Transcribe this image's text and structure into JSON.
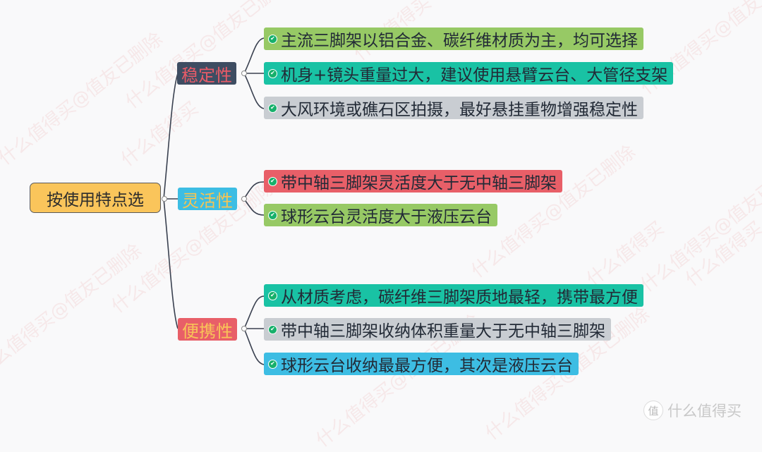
{
  "mindmap": {
    "root": {
      "label": "按使用特点选",
      "bg": "#fac55b"
    },
    "branches": [
      {
        "label": "稳定性",
        "bg": "#3e4d62",
        "fg": "#e85b68",
        "items": [
          {
            "label": "主流三脚架以铝合金、碳纤维材质为主，均可选择",
            "bg": "#97c965",
            "icon": "check-circle-icon"
          },
          {
            "label": "机身+镜头重量过大，建议使用悬臂云台、大管径支架",
            "bg": "#19c2a4",
            "icon": "check-circle-icon"
          },
          {
            "label": "大风环境或礁石区拍摄，最好悬挂重物增强稳定性",
            "bg": "#c9cdd2",
            "icon": "check-circle-icon"
          }
        ]
      },
      {
        "label": "灵活性",
        "bg": "#3dbde3",
        "fg": "#f6c453",
        "items": [
          {
            "label": "带中轴三脚架灵活度大于无中轴三脚架",
            "bg": "#e85f68",
            "icon": "check-circle-icon"
          },
          {
            "label": "球形云台灵活度大于液压云台",
            "bg": "#97c965",
            "icon": "check-circle-icon"
          }
        ]
      },
      {
        "label": "便携性",
        "bg": "#e85f68",
        "fg": "#f8c458",
        "items": [
          {
            "label": "从材质考虑，碳纤维三脚架质地最轻，携带最方便",
            "bg": "#19c2a4",
            "icon": "check-circle-icon"
          },
          {
            "label": "带中轴三脚架收纳体积重量大于无中轴三脚架",
            "bg": "#c9cdd2",
            "icon": "check-circle-icon"
          },
          {
            "label": "球形云台收纳最最方便，其次是液压云台",
            "bg": "#3dbde3",
            "icon": "check-circle-icon"
          }
        ]
      }
    ]
  },
  "watermark": {
    "text_a": "什么值得买@值友已删除",
    "text_b": "什么值得买"
  },
  "logo": {
    "badge": "值",
    "text": "什么值得买"
  },
  "colors": {
    "line": "#3a4150",
    "background": "#f9f9fa"
  }
}
